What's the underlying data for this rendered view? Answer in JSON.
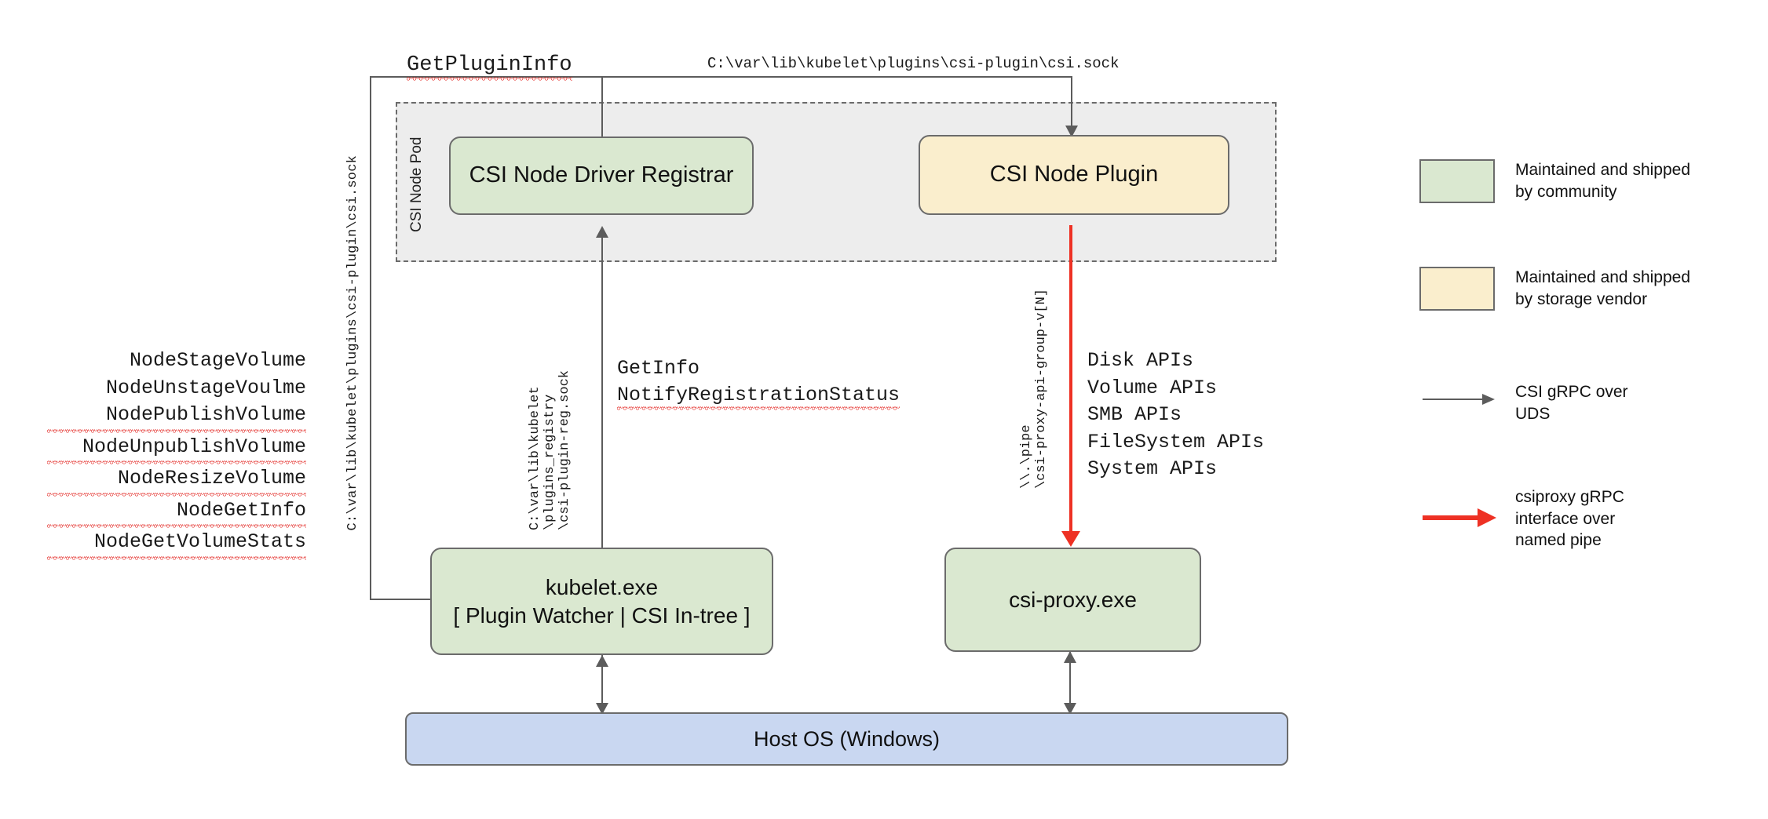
{
  "diagram": {
    "pod": {
      "label": "CSI Node Pod"
    },
    "nodes": {
      "registrar": "CSI Node Driver Registrar",
      "node_plugin": "CSI Node Plugin",
      "kubelet_line1": "kubelet.exe",
      "kubelet_line2": "[ Plugin Watcher | CSI In-tree ]",
      "csi_proxy": "csi-proxy.exe",
      "host_os": "Host OS (Windows)"
    },
    "edge_labels": {
      "get_plugin_info": "GetPluginInfo",
      "csi_sock_top": "C:\\var\\lib\\kubelet\\plugins\\csi-plugin\\csi.sock",
      "csi_sock_left": "C:\\var\\lib\\kubelet\\plugins\\csi-plugin\\csi.sock",
      "reg_sock_line1": "C:\\var\\lib\\kubelet",
      "reg_sock_line2": "\\plugins_registry",
      "reg_sock_line3": "\\csi-plugin-reg.sock",
      "get_info": "GetInfo",
      "notify_registration_status": "NotifyRegistrationStatus",
      "pipe_line1": "\\\\.\\pipe",
      "pipe_line2": "\\csi-proxy-api-group-v[N]"
    },
    "csi_node_apis": [
      "NodeStageVolume",
      "NodeUnstageVoulme",
      "NodePublishVolume",
      "NodeUnpublishVolume",
      "NodeResizeVolume",
      "NodeGetInfo",
      "NodeGetVolumeStats"
    ],
    "csiproxy_apis": [
      "Disk APIs",
      "Volume APIs",
      "SMB APIs",
      "FileSystem APIs",
      "System APIs"
    ],
    "legend": {
      "community": "Maintained and shipped\nby community",
      "vendor": "Maintained and shipped\nby storage vendor",
      "uds": "CSI gRPC over\nUDS",
      "named_pipe": "csiproxy gRPC\ninterface over\nnamed pipe"
    },
    "colors": {
      "community_green": "#dae8d0",
      "vendor_cream": "#faeecd",
      "host_blue": "#c9d7f1",
      "pod_gray": "#ededed",
      "stroke_gray": "#6b6b6b",
      "arrow_red": "#ee3124"
    }
  }
}
